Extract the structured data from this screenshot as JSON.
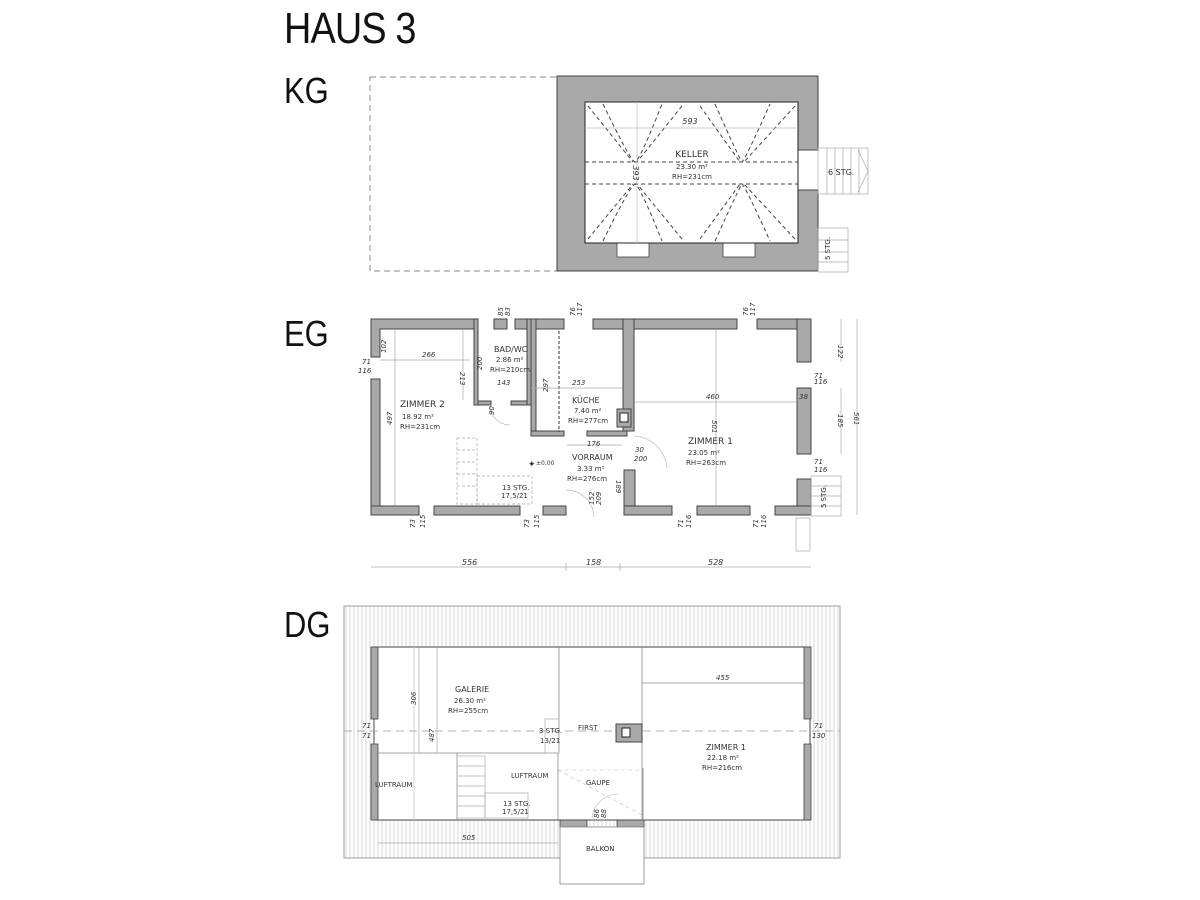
{
  "title": "HAUS 3",
  "levels": {
    "kg": {
      "label": "KG",
      "rooms": [
        {
          "name": "KELLER",
          "area": "23.30 m²",
          "height": "RH=231cm"
        }
      ],
      "dims": {
        "width": "593",
        "depth": "393"
      },
      "stairs": [
        {
          "label": "6 STG."
        },
        {
          "label": "5 STG."
        }
      ]
    },
    "eg": {
      "label": "EG",
      "rooms": [
        {
          "name": "ZIMMER 2",
          "area": "18.92 m²",
          "height": "RH=231cm"
        },
        {
          "name": "BAD/WC",
          "area": "2.86 m²",
          "height": "RH=210cm"
        },
        {
          "name": "KÜCHE",
          "area": "7.40 m²",
          "height": "RH=277cm"
        },
        {
          "name": "VORRAUM",
          "area": "3.33 m²",
          "height": "RH=276cm"
        },
        {
          "name": "ZIMMER 1",
          "area": "23.05 m²",
          "height": "RH=263cm"
        }
      ],
      "dims": {
        "d266": "266",
        "d102": "102",
        "d213": "213",
        "d497": "497",
        "d200": "200",
        "d143": "143",
        "d90": "90",
        "d297": "297",
        "d253": "253",
        "d176": "176",
        "d189": "189",
        "d152": "152",
        "d209": "209",
        "d460": "460",
        "d501": "501",
        "d38": "38",
        "d122": "122",
        "d185": "185",
        "d561": "561",
        "door_30": "30",
        "door_200": "200",
        "win_71": "71",
        "win_116": "116",
        "win_73": "73",
        "win_115": "115",
        "win_76": "76",
        "win_117": "117",
        "win_85": "85",
        "win_83": "83",
        "level_mark": "±0,00"
      },
      "stairs": [
        {
          "label": "13 STG.",
          "ratio": "17,5/21"
        },
        {
          "label": "5 STG."
        }
      ],
      "overall": [
        "556",
        "158",
        "528"
      ]
    },
    "dg": {
      "label": "DG",
      "rooms": [
        {
          "name": "GALERIE",
          "area": "26.30 m²",
          "height": "RH=255cm"
        },
        {
          "name": "ZIMMER 1",
          "area": "22.18 m²",
          "height": "RH=216cm"
        },
        {
          "name": "LUFTRAUM"
        },
        {
          "name": "LUFTRAUM"
        },
        {
          "name": "GAUPE"
        },
        {
          "name": "BALKON"
        }
      ],
      "labels": {
        "first": "FIRST"
      },
      "dims": {
        "d306": "306",
        "d487": "487",
        "d455": "455",
        "d505": "505",
        "win_71": "71",
        "win_130": "130",
        "door_86": "86",
        "door_88": "88"
      },
      "stairs": [
        {
          "label": "13 STG.",
          "ratio": "17,5/21"
        },
        {
          "label": "3 STG.",
          "ratio": "13/21"
        }
      ]
    }
  },
  "colors": {
    "wall": "#a9a9a9",
    "wall_stroke": "#555555",
    "line": "#999999",
    "text": "#333333"
  }
}
